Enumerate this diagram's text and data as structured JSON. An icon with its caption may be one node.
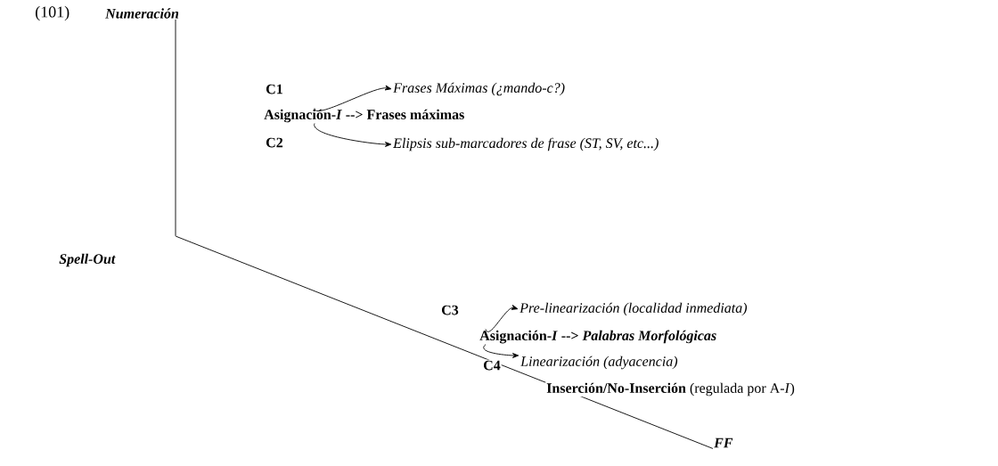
{
  "diagram": {
    "nodes": [
      {
        "text": [
          "Numeración"
        ]
      },
      {
        "text": [
          "Frases Máximas (¿mando-c?)"
        ]
      },
      {
        "text": [
          "Asignación-*I* --> Frases máximas"
        ]
      },
      {
        "text": [
          "Elipsis sub-marcadores de frase (ST, SV, etc...)"
        ]
      },
      {
        "text": [
          "Spell-Out"
        ]
      },
      {
        "text": [
          "Pre-linearización (localidad inmediata)"
        ]
      },
      {
        "text": [
          "Asignación-*I* --> *Palabras Morfológicas*"
        ]
      },
      {
        "text": [
          "Linearización (adyacencia)"
        ]
      },
      {
        "text": [
          "FF"
        ]
      }
    ],
    "edges": [
      {
        "from": 0,
        "to": 4,
        "arrow": "none"
      },
      {
        "from": 4,
        "to": 8,
        "arrow": "none"
      },
      {
        "from": 2,
        "to": 1,
        "arrow": "to"
      },
      {
        "from": 2,
        "to": 3,
        "arrow": "to"
      },
      {
        "from": 6,
        "to": 5,
        "arrow": "to"
      },
      {
        "from": 6,
        "to": 7,
        "arrow": "to"
      }
    ],
    "labels": [
      "(101)",
      "C1",
      "C2",
      "C3",
      "C4",
      "**Inserción/No-Inserción** (regulada por A-*I*)"
    ]
  }
}
